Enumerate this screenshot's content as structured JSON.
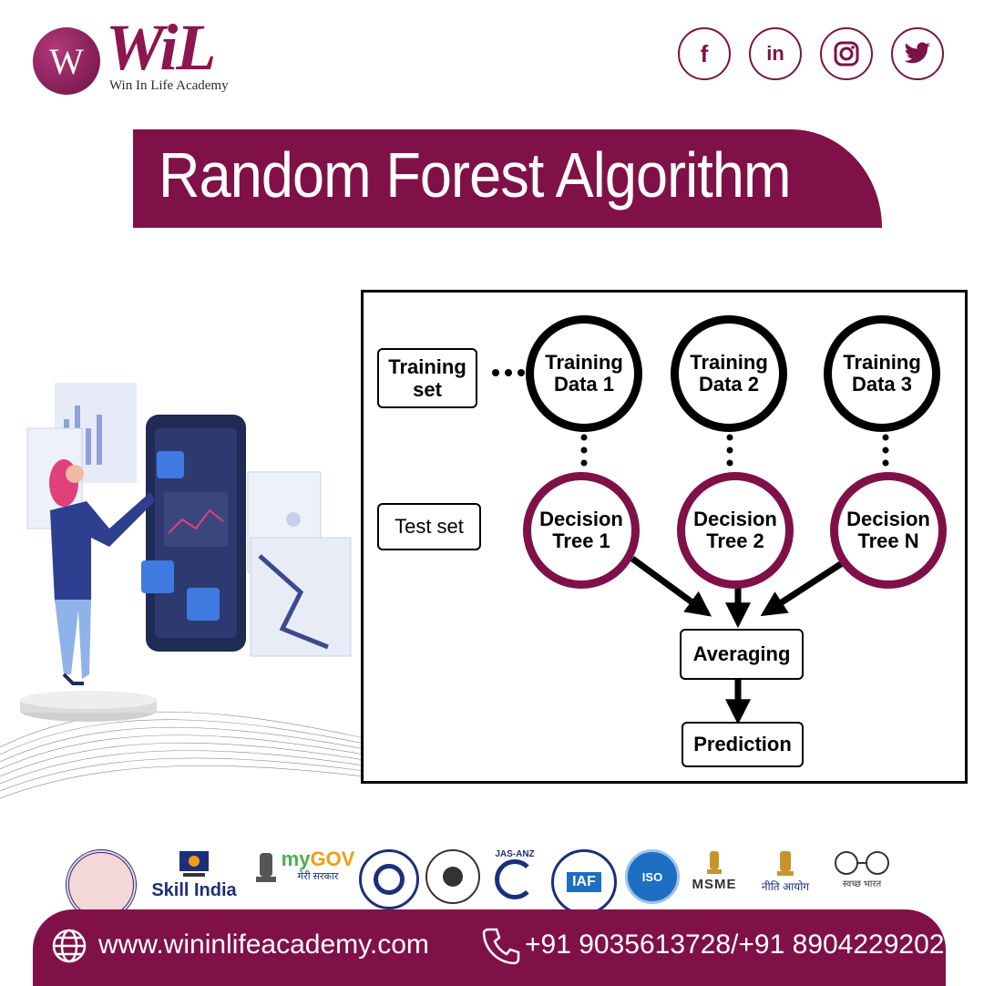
{
  "brand": {
    "logo_letter": "W",
    "logo_word": "WiL",
    "tagline": "Win In Life Academy",
    "accent_color": "#7f1148"
  },
  "social": [
    {
      "name": "facebook-icon",
      "glyph": "f"
    },
    {
      "name": "linkedin-icon",
      "glyph": "in"
    },
    {
      "name": "instagram-icon",
      "glyph": "◎"
    },
    {
      "name": "twitter-icon",
      "glyph": "🐦"
    }
  ],
  "title": "Random Forest Algorithm",
  "diagram": {
    "training_set_label": "Training set",
    "test_set_label": "Test set",
    "training_nodes": [
      "Training Data 1",
      "Training Data 2",
      "Training Data 3"
    ],
    "tree_nodes": [
      "Decision Tree 1",
      "Decision Tree 2",
      "Decision Tree N"
    ],
    "averaging_label": "Averaging",
    "prediction_label": "Prediction"
  },
  "accreditations": {
    "skill_india": "Skill India",
    "mygov_my": "my",
    "mygov_gov": "GOV",
    "mygov_sub": "मेरी सरकार",
    "jas_anz": "JAS-ANZ",
    "iaf": "IAF",
    "iso": "ISO",
    "msme": "MSME",
    "niti": "नीति आयोग",
    "swachh": "स्वच्छ भारत"
  },
  "footer": {
    "website": "www.wininlifeacademy.com",
    "phone": "+91 9035613728/+91 8904229202"
  }
}
